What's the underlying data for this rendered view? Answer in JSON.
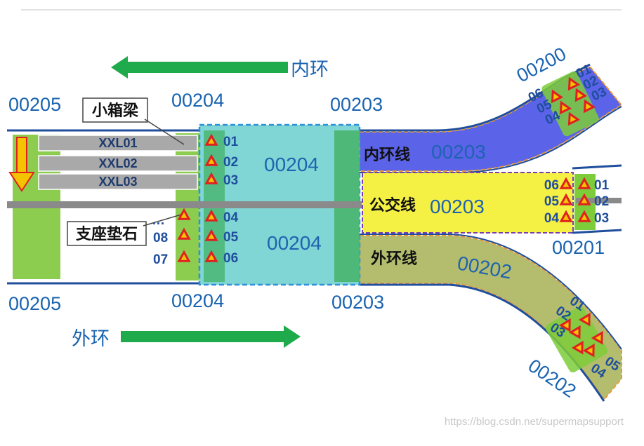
{
  "directions": {
    "inner": "内环",
    "outer": "外环"
  },
  "piers": {
    "p205_top": "00205",
    "p205_bottom": "00205",
    "p204_top": "00204",
    "p204_bottom": "00204",
    "p203_top": "00203",
    "p203_bottom": "00203",
    "p200": "00200",
    "p201": "00201",
    "p202": "00202"
  },
  "callouts": {
    "small_box_girder": "小箱梁",
    "bearing_pad": "支座垫石"
  },
  "girders": [
    "XXL01",
    "XXL02",
    "XXL03"
  ],
  "span_labels": {
    "upper": "00204",
    "lower": "00204"
  },
  "lines": {
    "inner": {
      "name": "内环线",
      "code": "00203",
      "color": "#5b63e8"
    },
    "bus": {
      "name": "公交线",
      "code": "00203",
      "color": "#f5f044"
    },
    "outer": {
      "name": "外环线",
      "code": "00202",
      "color": "#b4bd6e"
    }
  },
  "bearings": {
    "p204_upper": [
      "01",
      "02",
      "03"
    ],
    "p204_lower": [
      "04",
      "05",
      "06"
    ],
    "p204_left": [
      "08",
      "07"
    ],
    "p200_right": [
      "01",
      "02",
      "03"
    ],
    "p200_left": [
      "06",
      "05",
      "04"
    ],
    "p201_left": [
      "06",
      "05",
      "04"
    ],
    "p201_right": [
      "01",
      "02",
      "03"
    ],
    "p202_top": [
      "01",
      "02",
      "03"
    ],
    "p202_bottom": [
      "05",
      "04"
    ]
  },
  "ellipsis": "…",
  "watermark": "https://blog.csdn.net/supermapsupport"
}
